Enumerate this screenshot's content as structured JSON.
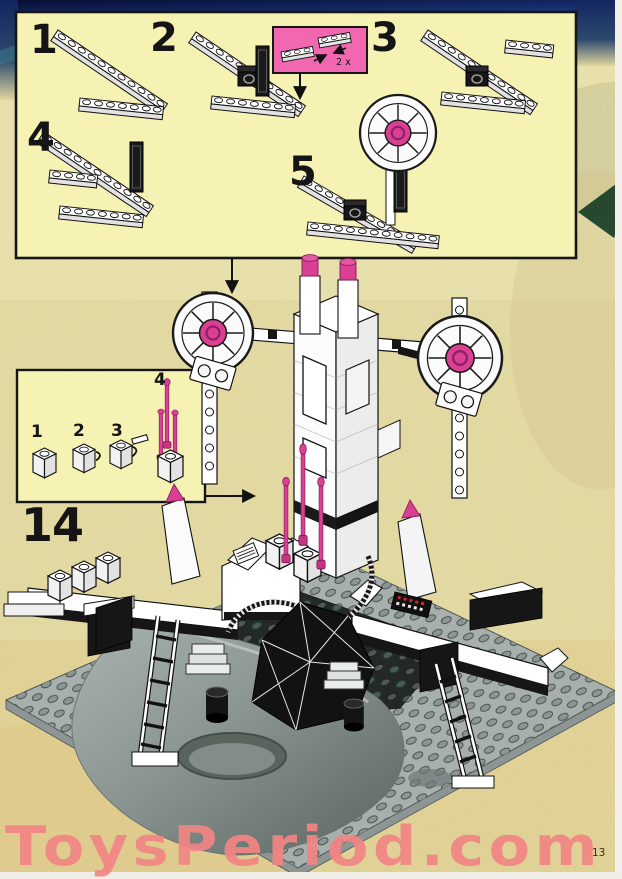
{
  "panel": {
    "steps": [
      {
        "label": "1"
      },
      {
        "label": "2"
      },
      {
        "label": "3"
      },
      {
        "label": "4"
      },
      {
        "label": "5"
      }
    ],
    "duplicate_callout": {
      "count_label": "2 x",
      "background": "#f268b0"
    }
  },
  "parts_callout": {
    "items": [
      {
        "label": "1"
      },
      {
        "label": "2"
      },
      {
        "label": "3"
      },
      {
        "label": "4"
      }
    ]
  },
  "main_step": {
    "label": "14"
  },
  "watermark": {
    "text": "ToysPeriod.com",
    "color": "#f28584"
  },
  "page": {
    "number": "13"
  },
  "palette": {
    "sky_navy": "#12265f",
    "page_sand": "#e0d69e",
    "panel_yellow": "#f6f2b4",
    "lego_magenta": "#d93f92",
    "baseplate_gray": "#a7b0ad"
  }
}
